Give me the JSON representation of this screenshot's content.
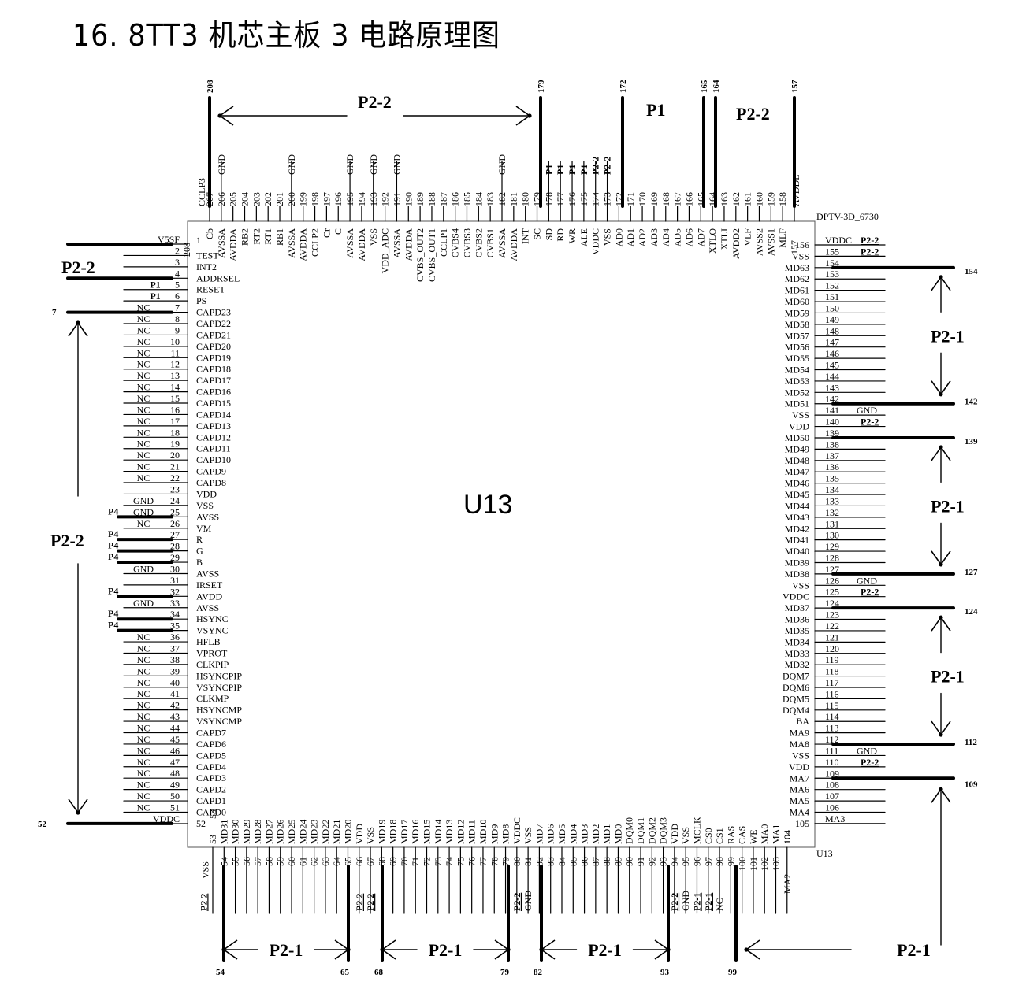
{
  "title": "16.  8TT3 机芯主板 3 电路原理图",
  "chip": {
    "ref": "U13",
    "part": "DPTV-3D_6730",
    "ref_small": "U13"
  },
  "left_pins": [
    {
      "n": 1,
      "name": "1",
      "ext": "V5SF",
      "bus": true
    },
    {
      "n": 2,
      "name": "TEST",
      "ext": ""
    },
    {
      "n": 3,
      "name": "INT2",
      "ext": ""
    },
    {
      "n": 4,
      "name": "ADDRSEL",
      "ext": "",
      "bus": true
    },
    {
      "n": 5,
      "name": "RESET",
      "ext": "P1",
      "bold": true
    },
    {
      "n": 6,
      "name": "PS",
      "ext": "P1",
      "bold": true
    },
    {
      "n": 7,
      "name": "CAPD23",
      "ext": "NC",
      "bus": true
    },
    {
      "n": 8,
      "name": "CAPD22",
      "ext": "NC"
    },
    {
      "n": 9,
      "name": "CAPD21",
      "ext": "NC"
    },
    {
      "n": 10,
      "name": "CAPD20",
      "ext": "NC"
    },
    {
      "n": 11,
      "name": "CAPD19",
      "ext": "NC"
    },
    {
      "n": 12,
      "name": "CAPD18",
      "ext": "NC"
    },
    {
      "n": 13,
      "name": "CAPD17",
      "ext": "NC"
    },
    {
      "n": 14,
      "name": "CAPD16",
      "ext": "NC"
    },
    {
      "n": 15,
      "name": "CAPD15",
      "ext": "NC"
    },
    {
      "n": 16,
      "name": "CAPD14",
      "ext": "NC"
    },
    {
      "n": 17,
      "name": "CAPD13",
      "ext": "NC"
    },
    {
      "n": 18,
      "name": "CAPD12",
      "ext": "NC"
    },
    {
      "n": 19,
      "name": "CAPD11",
      "ext": "NC"
    },
    {
      "n": 20,
      "name": "CAPD10",
      "ext": "NC"
    },
    {
      "n": 21,
      "name": "CAPD9",
      "ext": "NC"
    },
    {
      "n": 22,
      "name": "CAPD8",
      "ext": "NC"
    },
    {
      "n": 23,
      "name": "VDD",
      "ext": ""
    },
    {
      "n": 24,
      "name": "VSS",
      "ext": "GND"
    },
    {
      "n": 25,
      "name": "AVSS",
      "ext": "GND",
      "p4": true
    },
    {
      "n": 26,
      "name": "VM",
      "ext": "NC"
    },
    {
      "n": 27,
      "name": "R",
      "ext": "",
      "p4": true
    },
    {
      "n": 28,
      "name": "G",
      "ext": "",
      "p4": true
    },
    {
      "n": 29,
      "name": "B",
      "ext": "",
      "p4": true
    },
    {
      "n": 30,
      "name": "AVSS",
      "ext": "GND"
    },
    {
      "n": 31,
      "name": "IRSET",
      "ext": ""
    },
    {
      "n": 32,
      "name": "AVDD",
      "ext": "",
      "p4": true
    },
    {
      "n": 33,
      "name": "AVSS",
      "ext": "GND"
    },
    {
      "n": 34,
      "name": "HSYNC",
      "ext": "",
      "p4": true
    },
    {
      "n": 35,
      "name": "VSYNC",
      "ext": "",
      "p4": true
    },
    {
      "n": 36,
      "name": "HFLB",
      "ext": "NC"
    },
    {
      "n": 37,
      "name": "VPROT",
      "ext": "NC"
    },
    {
      "n": 38,
      "name": "CLKPIP",
      "ext": "NC"
    },
    {
      "n": 39,
      "name": "HSYNCPIP",
      "ext": "NC"
    },
    {
      "n": 40,
      "name": "VSYNCPIP",
      "ext": "NC"
    },
    {
      "n": 41,
      "name": "CLKMP",
      "ext": "NC"
    },
    {
      "n": 42,
      "name": "HSYNCMP",
      "ext": "NC"
    },
    {
      "n": 43,
      "name": "VSYNCMP",
      "ext": "NC"
    },
    {
      "n": 44,
      "name": "CAPD7",
      "ext": "NC"
    },
    {
      "n": 45,
      "name": "CAPD6",
      "ext": "NC"
    },
    {
      "n": 46,
      "name": "CAPD5",
      "ext": "NC"
    },
    {
      "n": 47,
      "name": "CAPD4",
      "ext": "NC"
    },
    {
      "n": 48,
      "name": "CAPD3",
      "ext": "NC"
    },
    {
      "n": 49,
      "name": "CAPD2",
      "ext": "NC"
    },
    {
      "n": 50,
      "name": "CAPD1",
      "ext": "NC"
    },
    {
      "n": 51,
      "name": "CAPD0",
      "ext": "NC"
    },
    {
      "n": 52,
      "name": "52",
      "ext": "VDDC",
      "bus": true
    }
  ],
  "top_pins": [
    {
      "n": 207,
      "name": "Cb",
      "ext": "CCLP3",
      "bus": true
    },
    {
      "n": 206,
      "name": "AVSSA",
      "ext": "GND"
    },
    {
      "n": 205,
      "name": "AVDDA",
      "ext": ""
    },
    {
      "n": 204,
      "name": "RB2",
      "ext": ""
    },
    {
      "n": 203,
      "name": "RT2",
      "ext": ""
    },
    {
      "n": 202,
      "name": "RT1",
      "ext": ""
    },
    {
      "n": 201,
      "name": "RB1",
      "ext": ""
    },
    {
      "n": 200,
      "name": "AVSSA",
      "ext": "GND"
    },
    {
      "n": 199,
      "name": "AVDDA",
      "ext": ""
    },
    {
      "n": 198,
      "name": "CCLP2",
      "ext": ""
    },
    {
      "n": 197,
      "name": "Cr",
      "ext": ""
    },
    {
      "n": 196,
      "name": "C",
      "ext": ""
    },
    {
      "n": 195,
      "name": "AVSSA",
      "ext": "GND"
    },
    {
      "n": 194,
      "name": "AVDDA",
      "ext": ""
    },
    {
      "n": 193,
      "name": "VSS",
      "ext": "GND"
    },
    {
      "n": 192,
      "name": "VDD_ADC",
      "ext": ""
    },
    {
      "n": 191,
      "name": "AVSSA",
      "ext": "GND"
    },
    {
      "n": 190,
      "name": "AVDDA",
      "ext": ""
    },
    {
      "n": 189,
      "name": "CVBS_OUT2",
      "ext": ""
    },
    {
      "n": 188,
      "name": "CVBS_OUT1",
      "ext": ""
    },
    {
      "n": 187,
      "name": "CCLP1",
      "ext": ""
    },
    {
      "n": 186,
      "name": "CVBS4",
      "ext": ""
    },
    {
      "n": 185,
      "name": "CVBS3",
      "ext": ""
    },
    {
      "n": 184,
      "name": "CVBS2",
      "ext": ""
    },
    {
      "n": 183,
      "name": "CVBS1",
      "ext": ""
    },
    {
      "n": 182,
      "name": "AVSSA",
      "ext": "GND"
    },
    {
      "n": 181,
      "name": "AVDDA",
      "ext": ""
    },
    {
      "n": 180,
      "name": "INT",
      "ext": ""
    },
    {
      "n": 179,
      "name": "SC",
      "ext": "",
      "bus": true
    },
    {
      "n": 178,
      "name": "SD",
      "ext": "P1",
      "bold": true
    },
    {
      "n": 177,
      "name": "RD",
      "ext": "P1",
      "bold": true
    },
    {
      "n": 176,
      "name": "WR",
      "ext": "P1",
      "bold": true
    },
    {
      "n": 175,
      "name": "ALE",
      "ext": "P1",
      "bold": true
    },
    {
      "n": 174,
      "name": "VDDC",
      "ext": "P2-2",
      "bold": true
    },
    {
      "n": 173,
      "name": "VSS",
      "ext": "P2-2",
      "bold": true
    },
    {
      "n": 172,
      "name": "AD0",
      "ext": "",
      "bus": true
    },
    {
      "n": 171,
      "name": "AD1",
      "ext": ""
    },
    {
      "n": 170,
      "name": "AD2",
      "ext": ""
    },
    {
      "n": 169,
      "name": "AD3",
      "ext": ""
    },
    {
      "n": 168,
      "name": "AD4",
      "ext": ""
    },
    {
      "n": 167,
      "name": "AD5",
      "ext": ""
    },
    {
      "n": 166,
      "name": "AD6",
      "ext": ""
    },
    {
      "n": 165,
      "name": "AD7",
      "ext": "",
      "bus": true
    },
    {
      "n": 164,
      "name": "XTLO",
      "ext": "",
      "bus": true
    },
    {
      "n": 163,
      "name": "XTLI",
      "ext": ""
    },
    {
      "n": 162,
      "name": "AVDD2",
      "ext": ""
    },
    {
      "n": 161,
      "name": "VLF",
      "ext": ""
    },
    {
      "n": 160,
      "name": "AVSS2",
      "ext": ""
    },
    {
      "n": 159,
      "name": "AVSS1",
      "ext": ""
    },
    {
      "n": 158,
      "name": "MLF",
      "ext": ""
    },
    {
      "n": 157,
      "name": "157",
      "ext": "AVDDL",
      "bus": true
    }
  ],
  "right_pins": [
    {
      "n": 156,
      "name": "156",
      "ext": "VDDC",
      "ext2": "P2-2"
    },
    {
      "n": 155,
      "name": "VSS",
      "ext": "",
      "ext2": "P2-2"
    },
    {
      "n": 154,
      "name": "MD63",
      "ext": "",
      "bus": true
    },
    {
      "n": 153,
      "name": "MD62",
      "ext": ""
    },
    {
      "n": 152,
      "name": "MD61",
      "ext": ""
    },
    {
      "n": 151,
      "name": "MD60",
      "ext": ""
    },
    {
      "n": 150,
      "name": "MD59",
      "ext": ""
    },
    {
      "n": 149,
      "name": "MD58",
      "ext": ""
    },
    {
      "n": 148,
      "name": "MD57",
      "ext": ""
    },
    {
      "n": 147,
      "name": "MD56",
      "ext": ""
    },
    {
      "n": 146,
      "name": "MD55",
      "ext": ""
    },
    {
      "n": 145,
      "name": "MD54",
      "ext": ""
    },
    {
      "n": 144,
      "name": "MD53",
      "ext": ""
    },
    {
      "n": 143,
      "name": "MD52",
      "ext": ""
    },
    {
      "n": 142,
      "name": "MD51",
      "ext": "",
      "bus": true
    },
    {
      "n": 141,
      "name": "VSS",
      "ext": "GND"
    },
    {
      "n": 140,
      "name": "VDD",
      "ext": "",
      "ext2": "P2-2"
    },
    {
      "n": 139,
      "name": "MD50",
      "ext": "",
      "bus": true
    },
    {
      "n": 138,
      "name": "MD49",
      "ext": ""
    },
    {
      "n": 137,
      "name": "MD48",
      "ext": ""
    },
    {
      "n": 136,
      "name": "MD47",
      "ext": ""
    },
    {
      "n": 135,
      "name": "MD46",
      "ext": ""
    },
    {
      "n": 134,
      "name": "MD45",
      "ext": ""
    },
    {
      "n": 133,
      "name": "MD44",
      "ext": ""
    },
    {
      "n": 132,
      "name": "MD43",
      "ext": ""
    },
    {
      "n": 131,
      "name": "MD42",
      "ext": ""
    },
    {
      "n": 130,
      "name": "MD41",
      "ext": ""
    },
    {
      "n": 129,
      "name": "MD40",
      "ext": ""
    },
    {
      "n": 128,
      "name": "MD39",
      "ext": ""
    },
    {
      "n": 127,
      "name": "MD38",
      "ext": "",
      "bus": true
    },
    {
      "n": 126,
      "name": "VSS",
      "ext": "GND"
    },
    {
      "n": 125,
      "name": "VDDC",
      "ext": "",
      "ext2": "P2-2"
    },
    {
      "n": 124,
      "name": "MD37",
      "ext": "",
      "bus": true
    },
    {
      "n": 123,
      "name": "MD36",
      "ext": ""
    },
    {
      "n": 122,
      "name": "MD35",
      "ext": ""
    },
    {
      "n": 121,
      "name": "MD34",
      "ext": ""
    },
    {
      "n": 120,
      "name": "MD33",
      "ext": ""
    },
    {
      "n": 119,
      "name": "MD32",
      "ext": ""
    },
    {
      "n": 118,
      "name": "DQM7",
      "ext": ""
    },
    {
      "n": 117,
      "name": "DQM6",
      "ext": ""
    },
    {
      "n": 116,
      "name": "DQM5",
      "ext": ""
    },
    {
      "n": 115,
      "name": "DQM4",
      "ext": ""
    },
    {
      "n": 114,
      "name": "BA",
      "ext": ""
    },
    {
      "n": 113,
      "name": "MA9",
      "ext": ""
    },
    {
      "n": 112,
      "name": "MA8",
      "ext": "",
      "bus": true
    },
    {
      "n": 111,
      "name": "VSS",
      "ext": "GND"
    },
    {
      "n": 110,
      "name": "VDD",
      "ext": "",
      "ext2": "P2-2"
    },
    {
      "n": 109,
      "name": "MA7",
      "ext": "",
      "bus": true
    },
    {
      "n": 108,
      "name": "MA6",
      "ext": ""
    },
    {
      "n": 107,
      "name": "MA5",
      "ext": ""
    },
    {
      "n": 106,
      "name": "MA4",
      "ext": ""
    },
    {
      "n": 105,
      "name": "105",
      "ext": "MA3"
    }
  ],
  "bottom_pins": [
    {
      "n": 53,
      "name": "53",
      "ext": ""
    },
    {
      "n": 54,
      "name": "MD31",
      "ext": "VSS",
      "ext2": "P2 2",
      "bus": true
    },
    {
      "n": 55,
      "name": "MD30",
      "ext": ""
    },
    {
      "n": 56,
      "name": "MD29",
      "ext": ""
    },
    {
      "n": 57,
      "name": "MD28",
      "ext": ""
    },
    {
      "n": 58,
      "name": "MD27",
      "ext": ""
    },
    {
      "n": 59,
      "name": "MD26",
      "ext": ""
    },
    {
      "n": 60,
      "name": "MD25",
      "ext": ""
    },
    {
      "n": 61,
      "name": "MD24",
      "ext": ""
    },
    {
      "n": 62,
      "name": "MD23",
      "ext": ""
    },
    {
      "n": 63,
      "name": "MD22",
      "ext": ""
    },
    {
      "n": 64,
      "name": "MD21",
      "ext": ""
    },
    {
      "n": 65,
      "name": "MD20",
      "ext": "",
      "bus": true
    },
    {
      "n": 66,
      "name": "VDD",
      "ext": "P2 2",
      "bold": true
    },
    {
      "n": 67,
      "name": "VSS",
      "ext": "P2 2",
      "bold": true
    },
    {
      "n": 68,
      "name": "MD19",
      "ext": "",
      "bus": true
    },
    {
      "n": 69,
      "name": "MD18",
      "ext": ""
    },
    {
      "n": 70,
      "name": "MD17",
      "ext": ""
    },
    {
      "n": 71,
      "name": "MD16",
      "ext": ""
    },
    {
      "n": 72,
      "name": "MD15",
      "ext": ""
    },
    {
      "n": 73,
      "name": "MD14",
      "ext": ""
    },
    {
      "n": 74,
      "name": "MD13",
      "ext": ""
    },
    {
      "n": 75,
      "name": "MD12",
      "ext": ""
    },
    {
      "n": 76,
      "name": "MD11",
      "ext": ""
    },
    {
      "n": 77,
      "name": "MD10",
      "ext": ""
    },
    {
      "n": 78,
      "name": "MD9",
      "ext": ""
    },
    {
      "n": 79,
      "name": "MD8",
      "ext": "",
      "bus": true
    },
    {
      "n": 80,
      "name": "VDDC",
      "ext": "P2-2",
      "bold": true
    },
    {
      "n": 81,
      "name": "VSS",
      "ext": "GND"
    },
    {
      "n": 82,
      "name": "MD7",
      "ext": "",
      "bus": true
    },
    {
      "n": 83,
      "name": "MD6",
      "ext": ""
    },
    {
      "n": 84,
      "name": "MD5",
      "ext": ""
    },
    {
      "n": 85,
      "name": "MD4",
      "ext": ""
    },
    {
      "n": 86,
      "name": "MD3",
      "ext": ""
    },
    {
      "n": 87,
      "name": "MD2",
      "ext": ""
    },
    {
      "n": 88,
      "name": "MD1",
      "ext": ""
    },
    {
      "n": 89,
      "name": "MD0",
      "ext": ""
    },
    {
      "n": 90,
      "name": "DQM0",
      "ext": ""
    },
    {
      "n": 91,
      "name": "DQM1",
      "ext": ""
    },
    {
      "n": 92,
      "name": "DQM2",
      "ext": ""
    },
    {
      "n": 93,
      "name": "DQM3",
      "ext": "",
      "bus": true
    },
    {
      "n": 94,
      "name": "VDD",
      "ext": "P2-2",
      "bold": true
    },
    {
      "n": 95,
      "name": "VSS",
      "ext": "GND"
    },
    {
      "n": 96,
      "name": "MCLK",
      "ext": "P2-1",
      "bold": true
    },
    {
      "n": 97,
      "name": "CS0",
      "ext": "P2-1",
      "bold": true
    },
    {
      "n": 98,
      "name": "CS1",
      "ext": "NC"
    },
    {
      "n": 99,
      "name": "RAS",
      "ext": "",
      "bus": true
    },
    {
      "n": 100,
      "name": "CAS",
      "ext": ""
    },
    {
      "n": 101,
      "name": "WE",
      "ext": ""
    },
    {
      "n": 102,
      "name": "MA0",
      "ext": ""
    },
    {
      "n": 103,
      "name": "MA1",
      "ext": ""
    },
    {
      "n": 104,
      "name": "104",
      "ext": "MA2"
    }
  ],
  "top_pin_208": {
    "n": 208,
    "name": "208"
  },
  "bus_labels": {
    "top_left": {
      "text": "P2-2",
      "from": "208",
      "to": "179"
    },
    "top_mid": {
      "text": "P1",
      "from": "172",
      "to": "165"
    },
    "top_right": {
      "text": "P2-2",
      "from": "164",
      "to": "157"
    },
    "left_top": {
      "text": "P2-2"
    },
    "left_main": {
      "text": "P2-2",
      "from": "7",
      "to": "52"
    },
    "right_1": {
      "text": "P2-1",
      "from": "154",
      "to": "142"
    },
    "right_2": {
      "text": "P2-1",
      "from": "139",
      "to": "127"
    },
    "right_3": {
      "text": "P2-1",
      "from": "124",
      "to": "112"
    },
    "right_4": {
      "text": "P2-1",
      "from": "109",
      "to": "99"
    },
    "bottom_1": {
      "text": "P2-1",
      "from": "54",
      "to": "65"
    },
    "bottom_2": {
      "text": "P2-1",
      "from": "68",
      "to": "79"
    },
    "bottom_3": {
      "text": "P2-1",
      "from": "82",
      "to": "93"
    }
  },
  "p4_label": "P4"
}
